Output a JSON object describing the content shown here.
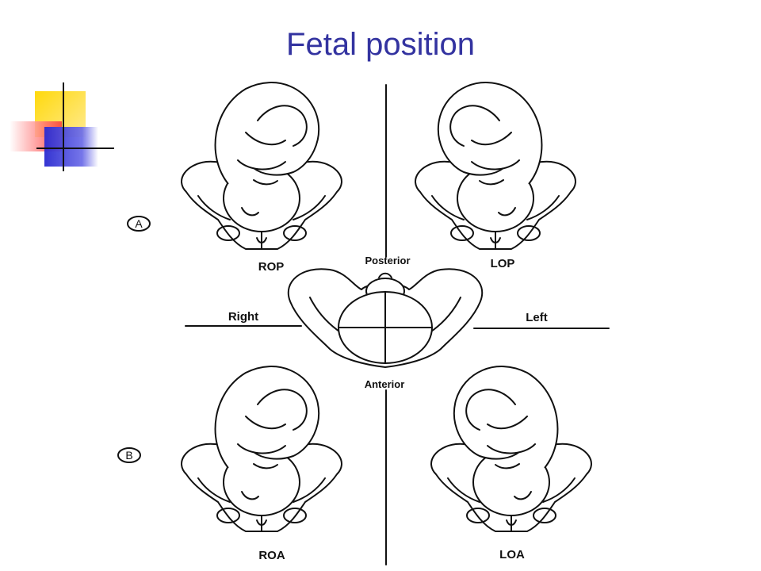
{
  "slide": {
    "title": "Fetal position"
  },
  "diagram": {
    "section_a_marker": "A",
    "section_b_marker": "B",
    "labels": {
      "rop": "ROP",
      "lop": "LOP",
      "roa": "ROA",
      "loa": "LOA",
      "posterior": "Posterior",
      "anterior": "Anterior",
      "right": "Right",
      "left": "Left"
    }
  }
}
